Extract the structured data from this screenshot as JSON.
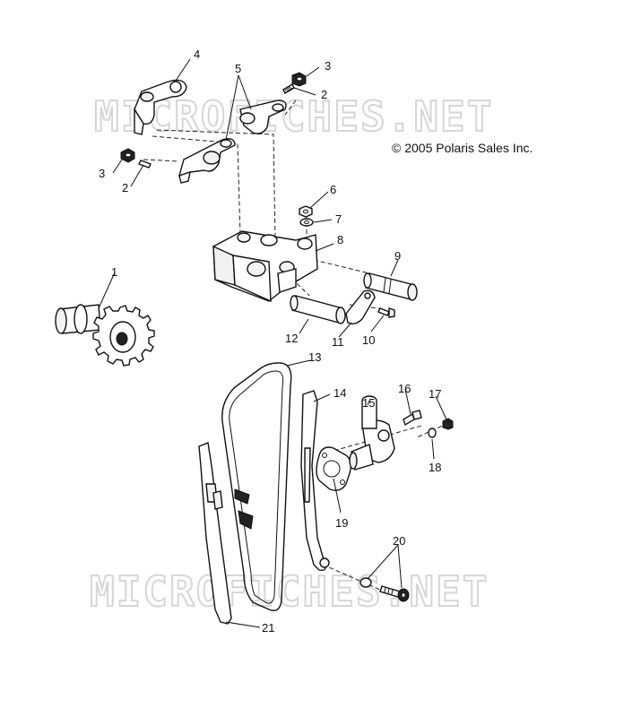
{
  "copyright": "© 2005 Polaris Sales Inc.",
  "watermarks": [
    "MICROFICHES.NET",
    "MICROFICHES.NET"
  ],
  "callouts": {
    "c1": "1",
    "c2a": "2",
    "c2b": "2",
    "c3a": "3",
    "c3b": "3",
    "c4": "4",
    "c5": "5",
    "c6": "6",
    "c7": "7",
    "c8": "8",
    "c9": "9",
    "c10": "10",
    "c11": "11",
    "c12": "12",
    "c13": "13",
    "c14": "14",
    "c15": "15",
    "c16": "16",
    "c17": "17",
    "c18": "18",
    "c19": "19",
    "c20": "20",
    "c21": "21"
  }
}
